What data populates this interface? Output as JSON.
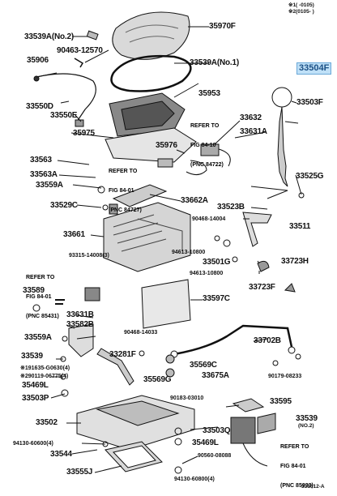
{
  "header": {
    "validity_line1": "※1(  -0105)",
    "validity_line2": "※2(0105-  )"
  },
  "parts": {
    "p33539A_no2": "33539A(No.2)",
    "p35970F": "35970F",
    "p35906": "35906",
    "p90463": "90463-12570",
    "p33539A_no1": "33539A(No.1)",
    "p33504F": "33504F",
    "p33503F": "33503F",
    "p33550D": "33550D",
    "p33550E": "33550E",
    "p35953": "35953",
    "p33632": "33632",
    "p33631A_top": "33631A",
    "p35975": "35975",
    "p35976": "35976",
    "p33563": "33563",
    "p33563A": "33563A",
    "p33559A_top": "33559A",
    "p33525G": "33525G",
    "p33662A": "33662A",
    "p33529C": "33529C",
    "p33523B": "33523B",
    "p90468_14004": "90468-14004",
    "p33511": "33511",
    "p33661": "33661",
    "p93315": "93315-14008(3)",
    "p94613_top": "94613-10800",
    "p33501G": "33501G",
    "p33723H": "33723H",
    "p94613_mid": "94613-10800",
    "p33723F": "33723F",
    "p33589": "33589",
    "p33597C": "33597C",
    "p33631B": "33631B",
    "p33582B": "33582B",
    "p33702B": "33702B",
    "p33559A_low": "33559A",
    "p90468_14033": "90468-14033",
    "p33539": "33539",
    "p33281F": "33281F",
    "p91635": "※191635-G0630(4)",
    "p90119": "※290119-06775(4)",
    "p35569C": "35569C",
    "p35569G": "35569G",
    "p33675A": "33675A",
    "p90179": "90179-08233",
    "p35469L_left": "35469L",
    "p33503P": "33503P",
    "p90183": "90183-03010",
    "p33595": "33595",
    "p33502": "33502",
    "p33503Q": "33503Q",
    "p33539_no2": "33539",
    "p33539_no2_sub": "(NO.2)",
    "p94130_60600": "94130-60600(4)",
    "p35469L_right": "35469L",
    "p33544": "33544",
    "p90560": "90560-08088",
    "p33555J": "33555J",
    "p94130_60800": "94130-60800(4)"
  },
  "notes": {
    "refer_84_10_a": "REFER TO",
    "refer_84_10_b": "FIG 84-10",
    "refer_84_10_c": "(PNC 84722)",
    "refer_84_01_a_a": "REFER TO",
    "refer_84_01_a_b": "FIG 84-01",
    "refer_84_01_a_c": "(PNC 84727)",
    "refer_84_01_b_a": "REFER TO",
    "refer_84_01_b_b": "FIG 84-01",
    "refer_84_01_b_c": "(PNC 85431)",
    "refer_84_01_c_a": "REFER TO",
    "refer_84_01_c_b": "FIG 84-01",
    "refer_84_01_c_c": "(PNC 85933)"
  },
  "footer": {
    "figure_code": "331612-A"
  },
  "colors": {
    "highlight_bg": "#bfe0f7",
    "highlight_border": "#6aa8d8",
    "highlight_text": "#1a4f85"
  }
}
